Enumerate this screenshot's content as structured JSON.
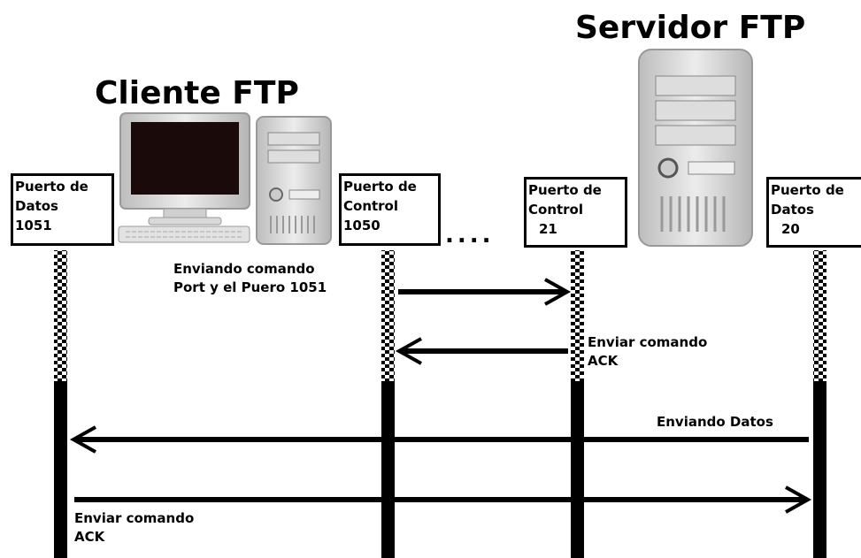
{
  "client": {
    "title": "Cliente FTP",
    "data_port": [
      "Puerto de",
      "Datos",
      "1051"
    ],
    "control_port": [
      "Puerto de",
      "Control",
      "1050"
    ]
  },
  "server": {
    "title": "Servidor FTP",
    "control_port": [
      "Puerto de",
      "Control",
      "21"
    ],
    "data_port": [
      "Puerto de",
      "Datos",
      "20"
    ]
  },
  "messages": {
    "port_command": [
      "Enviando comando",
      "Port y el Puero 1051"
    ],
    "ack_control": [
      "Enviar comando",
      "ACK"
    ],
    "sending_data": "Enviando Datos",
    "ack_data": [
      "Enviar comando",
      "ACK"
    ]
  },
  "ellipsis": "....",
  "colors": {
    "line": "#000000",
    "background": "#ffffff",
    "computer_body": "#dcdcdc",
    "screen": "#1a0a0a"
  }
}
